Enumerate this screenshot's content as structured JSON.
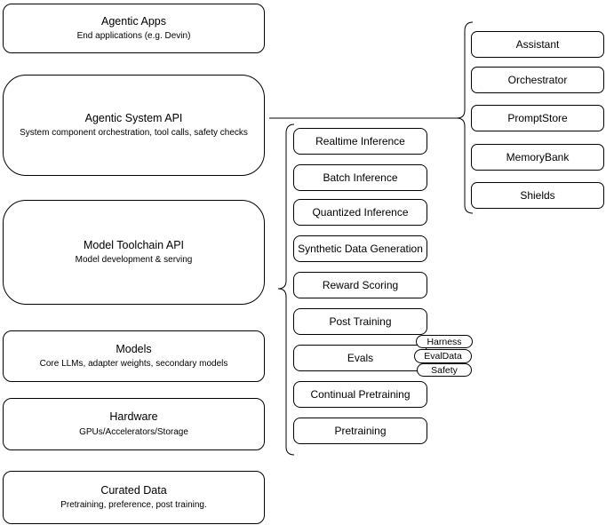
{
  "diagram": {
    "left_stack": [
      {
        "title": "Agentic Apps",
        "subtitle": "End applications (e.g. Devin)"
      },
      {
        "title": "Agentic System API",
        "subtitle": "System component orchestration, tool calls, safety checks"
      },
      {
        "title": "Model Toolchain API",
        "subtitle": "Model development & serving"
      },
      {
        "title": "Models",
        "subtitle": "Core LLMs, adapter weights, secondary models"
      },
      {
        "title": "Hardware",
        "subtitle": "GPUs/Accelerators/Storage"
      },
      {
        "title": "Curated Data",
        "subtitle": "Pretraining, preference, post training."
      }
    ],
    "toolchain_items": [
      "Realtime Inference",
      "Batch Inference",
      "Quantized Inference",
      "Synthetic Data Generation",
      "Reward Scoring",
      "Post Training",
      "Evals",
      "Continual Pretraining",
      "Pretraining"
    ],
    "eval_tags": [
      "Harness",
      "EvalData",
      "Safety"
    ],
    "system_components": [
      "Assistant",
      "Orchestrator",
      "PromptStore",
      "MemoryBank",
      "Shields"
    ],
    "colors": {
      "line": "#000000",
      "background": "#ffffff",
      "text": "#000000"
    }
  }
}
